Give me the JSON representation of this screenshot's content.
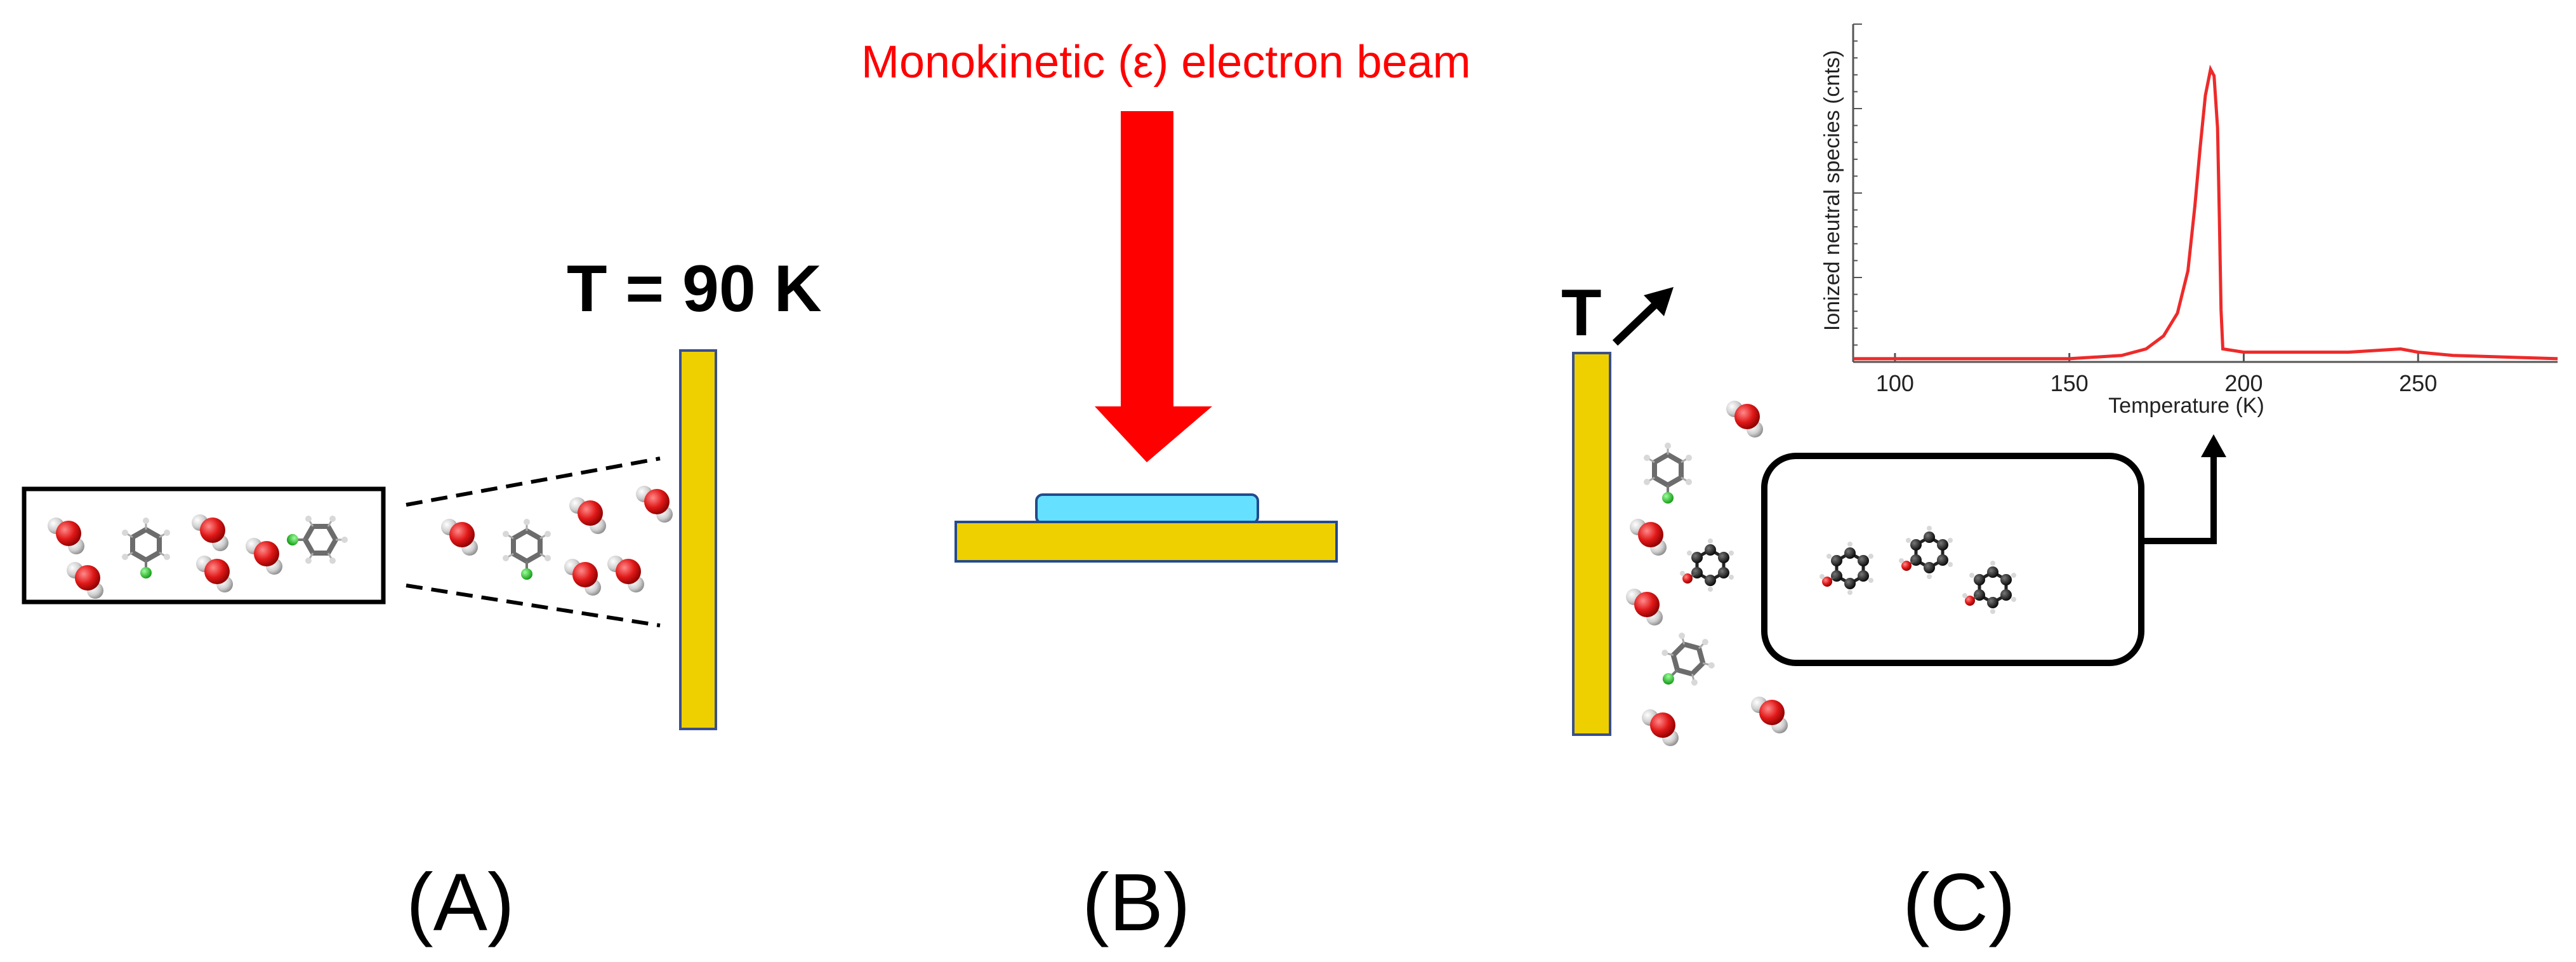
{
  "labels": {
    "panel_a": "(A)",
    "panel_b": "(B)",
    "panel_c": "(C)",
    "temperature_fixed": "T = 90 K",
    "temperature_ramp": "T",
    "beam": "Monokinetic (ε) electron beam"
  },
  "colors": {
    "substrate": "#eecf00",
    "film": "#66e0ff",
    "beam": "#ff0000",
    "curve": "#ee2a2a",
    "oxygen": "#e01818",
    "hydrogen": "#cfcfcf",
    "carbon": "#111111",
    "chlorine": "#22c022"
  },
  "chart_data": {
    "type": "line",
    "xlabel": "Temperature (K)",
    "ylabel": "Ionized neutral species (cnts)",
    "xlim": [
      88,
      290
    ],
    "ylim": [
      0,
      100
    ],
    "x_ticks": [
      100,
      150,
      200,
      250
    ],
    "grid": false,
    "series": [
      {
        "x": [
          88,
          150,
          165,
          172,
          177,
          181,
          184,
          186,
          187.5,
          189,
          190.5,
          191.5,
          192.5,
          193,
          193.5,
          194,
          200,
          230,
          245,
          250,
          260,
          290
        ],
        "y": [
          1,
          1,
          2,
          4,
          8,
          15,
          28,
          48,
          66,
          82,
          90,
          88,
          72,
          45,
          16,
          4,
          3,
          3,
          4,
          3,
          2,
          1
        ]
      }
    ]
  }
}
